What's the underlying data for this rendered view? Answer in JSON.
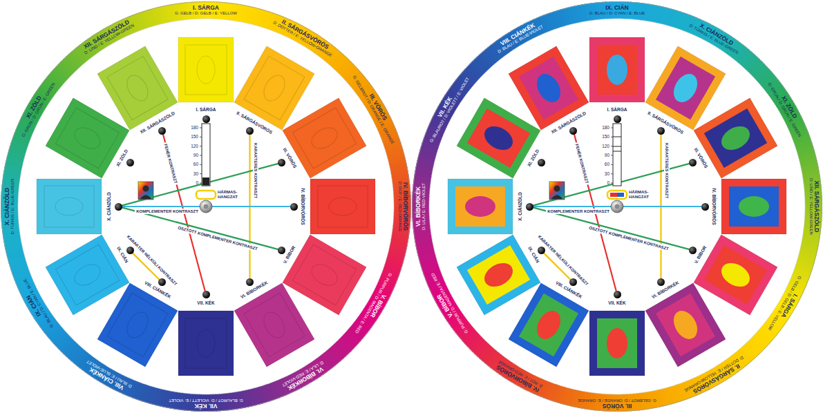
{
  "diagram": {
    "nodes": [
      {
        "text": [
          "I. SÁRGA",
          "G: GELB / D: GELB / E: YELLOW"
        ]
      },
      {
        "text": [
          "II. SÁRGÁSVÖRÖS",
          "D: DOTTER / E: YELLOW-ORANGE"
        ]
      },
      {
        "text": [
          "III. VÖRÖS",
          "G: GELBROT / D: ORANGE / E: ORANGE"
        ]
      },
      {
        "text": [
          "IV. BÍBORVÖRÖS",
          "D: ROT / E: RED-ORANGE"
        ]
      },
      {
        "text": [
          "V. BÍBOR",
          "G: PURPUR / D: MAGENTA / E: RED"
        ]
      },
      {
        "text": [
          "VI. BÍBORKÉK",
          "D: LILA / E: RED-VIOLET"
        ]
      },
      {
        "text": [
          "VII. KÉK",
          "G: BLAUROT / D: VIOLETT / E: VIOLET"
        ]
      },
      {
        "text": [
          "VIII. CIÁNKÉK",
          "D: BLAU / E: BLUE-VIOLET"
        ]
      },
      {
        "text": [
          "IX. CIÁN",
          "G: BLAU / D: CYAN / E: BLUE"
        ]
      },
      {
        "text": [
          "X. CIÁNZÖLD",
          "D: TÜRKIS / E: BLUE-GREEN"
        ]
      },
      {
        "text": [
          "XI. ZÖLD",
          "G: GRÜN / D: GRÜN / E: GREEN"
        ]
      },
      {
        "text": [
          "XII. SÁRGÁSZÖLD",
          "D: LIND / E: YELLOW-GREEN"
        ]
      },
      {
        "text": [
          "I. SÁRGA"
        ]
      },
      {
        "text": [
          "II. SÁRGÁSVÖRÖS"
        ]
      },
      {
        "text": [
          "III. VÖRÖS"
        ]
      },
      {
        "text": [
          "IV. BÍBORVÖRÖS"
        ]
      },
      {
        "text": [
          "V. BÍBOR"
        ]
      },
      {
        "text": [
          "VI. BÍBORKÉK"
        ]
      },
      {
        "text": [
          "VII. KÉK"
        ]
      },
      {
        "text": [
          "VIII. CIÁNKÉK"
        ]
      },
      {
        "text": [
          "IX. CIÁN"
        ]
      },
      {
        "text": [
          "X. CIÁNZÖLD"
        ]
      },
      {
        "text": [
          "XI. ZÖLD"
        ]
      },
      {
        "text": [
          "XII. SÁRGÁSZÖLD"
        ]
      },
      {
        "text": [
          "I. SÁRGA",
          "G: GELB / D: GELB / E: YELLOW"
        ]
      },
      {
        "text": [
          "II. SÁRGÁSVÖRÖS",
          "D: DOTTER / E: YELLOW-ORANGE"
        ]
      },
      {
        "text": [
          "III. VÖRÖS",
          "G: GELBROT / D: ORANGE / E: ORANGE"
        ]
      },
      {
        "text": [
          "IV. BÍBORVÖRÖS",
          "D: ROT / E: RED-ORANGE"
        ]
      },
      {
        "text": [
          "V. BÍBOR",
          "G: PURPUR / D: MAGENTA / E: RED"
        ]
      },
      {
        "text": [
          "VI. BÍBORKÉK",
          "D: LILA / E: RED-VIOLET"
        ]
      },
      {
        "text": [
          "VII. KÉK",
          "G: BLAUROT / D: VIOLETT / E: VIOLET"
        ]
      },
      {
        "text": [
          "VIII. CIÁNKÉK",
          "D: BLAU / E: BLUE-VIOLET"
        ]
      },
      {
        "text": [
          "IX. CIÁN",
          "G: BLAU / D: CYAN / E: BLUE"
        ]
      },
      {
        "text": [
          "X. CIÁNZÖLD",
          "D: TÜRKIS / E: BLUE-GREEN"
        ]
      },
      {
        "text": [
          "XI. ZÖLD",
          "G: GRÜN / D: GRÜN / E: GREEN"
        ]
      },
      {
        "text": [
          "XII. SÁRGÁSZÖLD",
          "D: LIND / E: YELLOW-GREEN"
        ]
      },
      {
        "text": [
          "I. SÁRGA"
        ]
      },
      {
        "text": [
          "II. SÁRGÁSVÖRÖS"
        ]
      },
      {
        "text": [
          "III. VÖRÖS"
        ]
      },
      {
        "text": [
          "IV. BÍBORVÖRÖS"
        ]
      },
      {
        "text": [
          "V. BÍBOR"
        ]
      },
      {
        "text": [
          "VI. BÍBORKÉK"
        ]
      },
      {
        "text": [
          "VII. KÉK"
        ]
      },
      {
        "text": [
          "VIII. CIÁNKÉK"
        ]
      },
      {
        "text": [
          "IX. CIÁN"
        ]
      },
      {
        "text": [
          "X. CIÁNZÖLD"
        ]
      },
      {
        "text": [
          "XI. ZÖLD"
        ]
      },
      {
        "text": [
          "XII. SÁRGÁSZÖLD"
        ]
      }
    ],
    "edges": [
      {
        "from": 23,
        "to": 18,
        "arrow": "none",
        "label": "FEHÉR KONTRASZT"
      },
      {
        "from": 13,
        "to": 17,
        "arrow": "none",
        "label": "KARAKTERES KONTRASZT"
      },
      {
        "from": 21,
        "to": 15,
        "arrow": "none",
        "label": "KOMPLEMENTER KONTRASZT"
      },
      {
        "from": 21,
        "to": 16,
        "arrow": "none",
        "label": "OSZTOTT KOMPLEMENTER KONTRASZT"
      },
      {
        "from": 21,
        "to": 14,
        "arrow": "none"
      },
      {
        "from": 20,
        "to": 19,
        "arrow": "none",
        "label": "KARAKTER NÉLKÜLI KONTRASZT"
      },
      {
        "from": 47,
        "to": 42,
        "arrow": "none",
        "label": "FEHÉR KONTRASZT"
      },
      {
        "from": 37,
        "to": 41,
        "arrow": "none",
        "label": "KARAKTERES KONTRASZT"
      },
      {
        "from": 45,
        "to": 39,
        "arrow": "none",
        "label": "KOMPLEMENTER KONTRASZT"
      },
      {
        "from": 45,
        "to": 40,
        "arrow": "none",
        "label": "OSZTOTT KOMPLEMENTER KONTRASZT"
      },
      {
        "from": 45,
        "to": 38,
        "arrow": "none"
      },
      {
        "from": 44,
        "to": 43,
        "arrow": "none",
        "label": "KARAKTER NÉLKÜLI KONTRASZT"
      }
    ],
    "labels": [
      "180",
      "150",
      "120",
      "90",
      "60",
      "30",
      "0",
      "HÁRMAS-HANGZAT",
      "180",
      "150",
      "120",
      "90",
      "60",
      "30",
      "0",
      "HÁRMAS-HANGZAT"
    ]
  }
}
